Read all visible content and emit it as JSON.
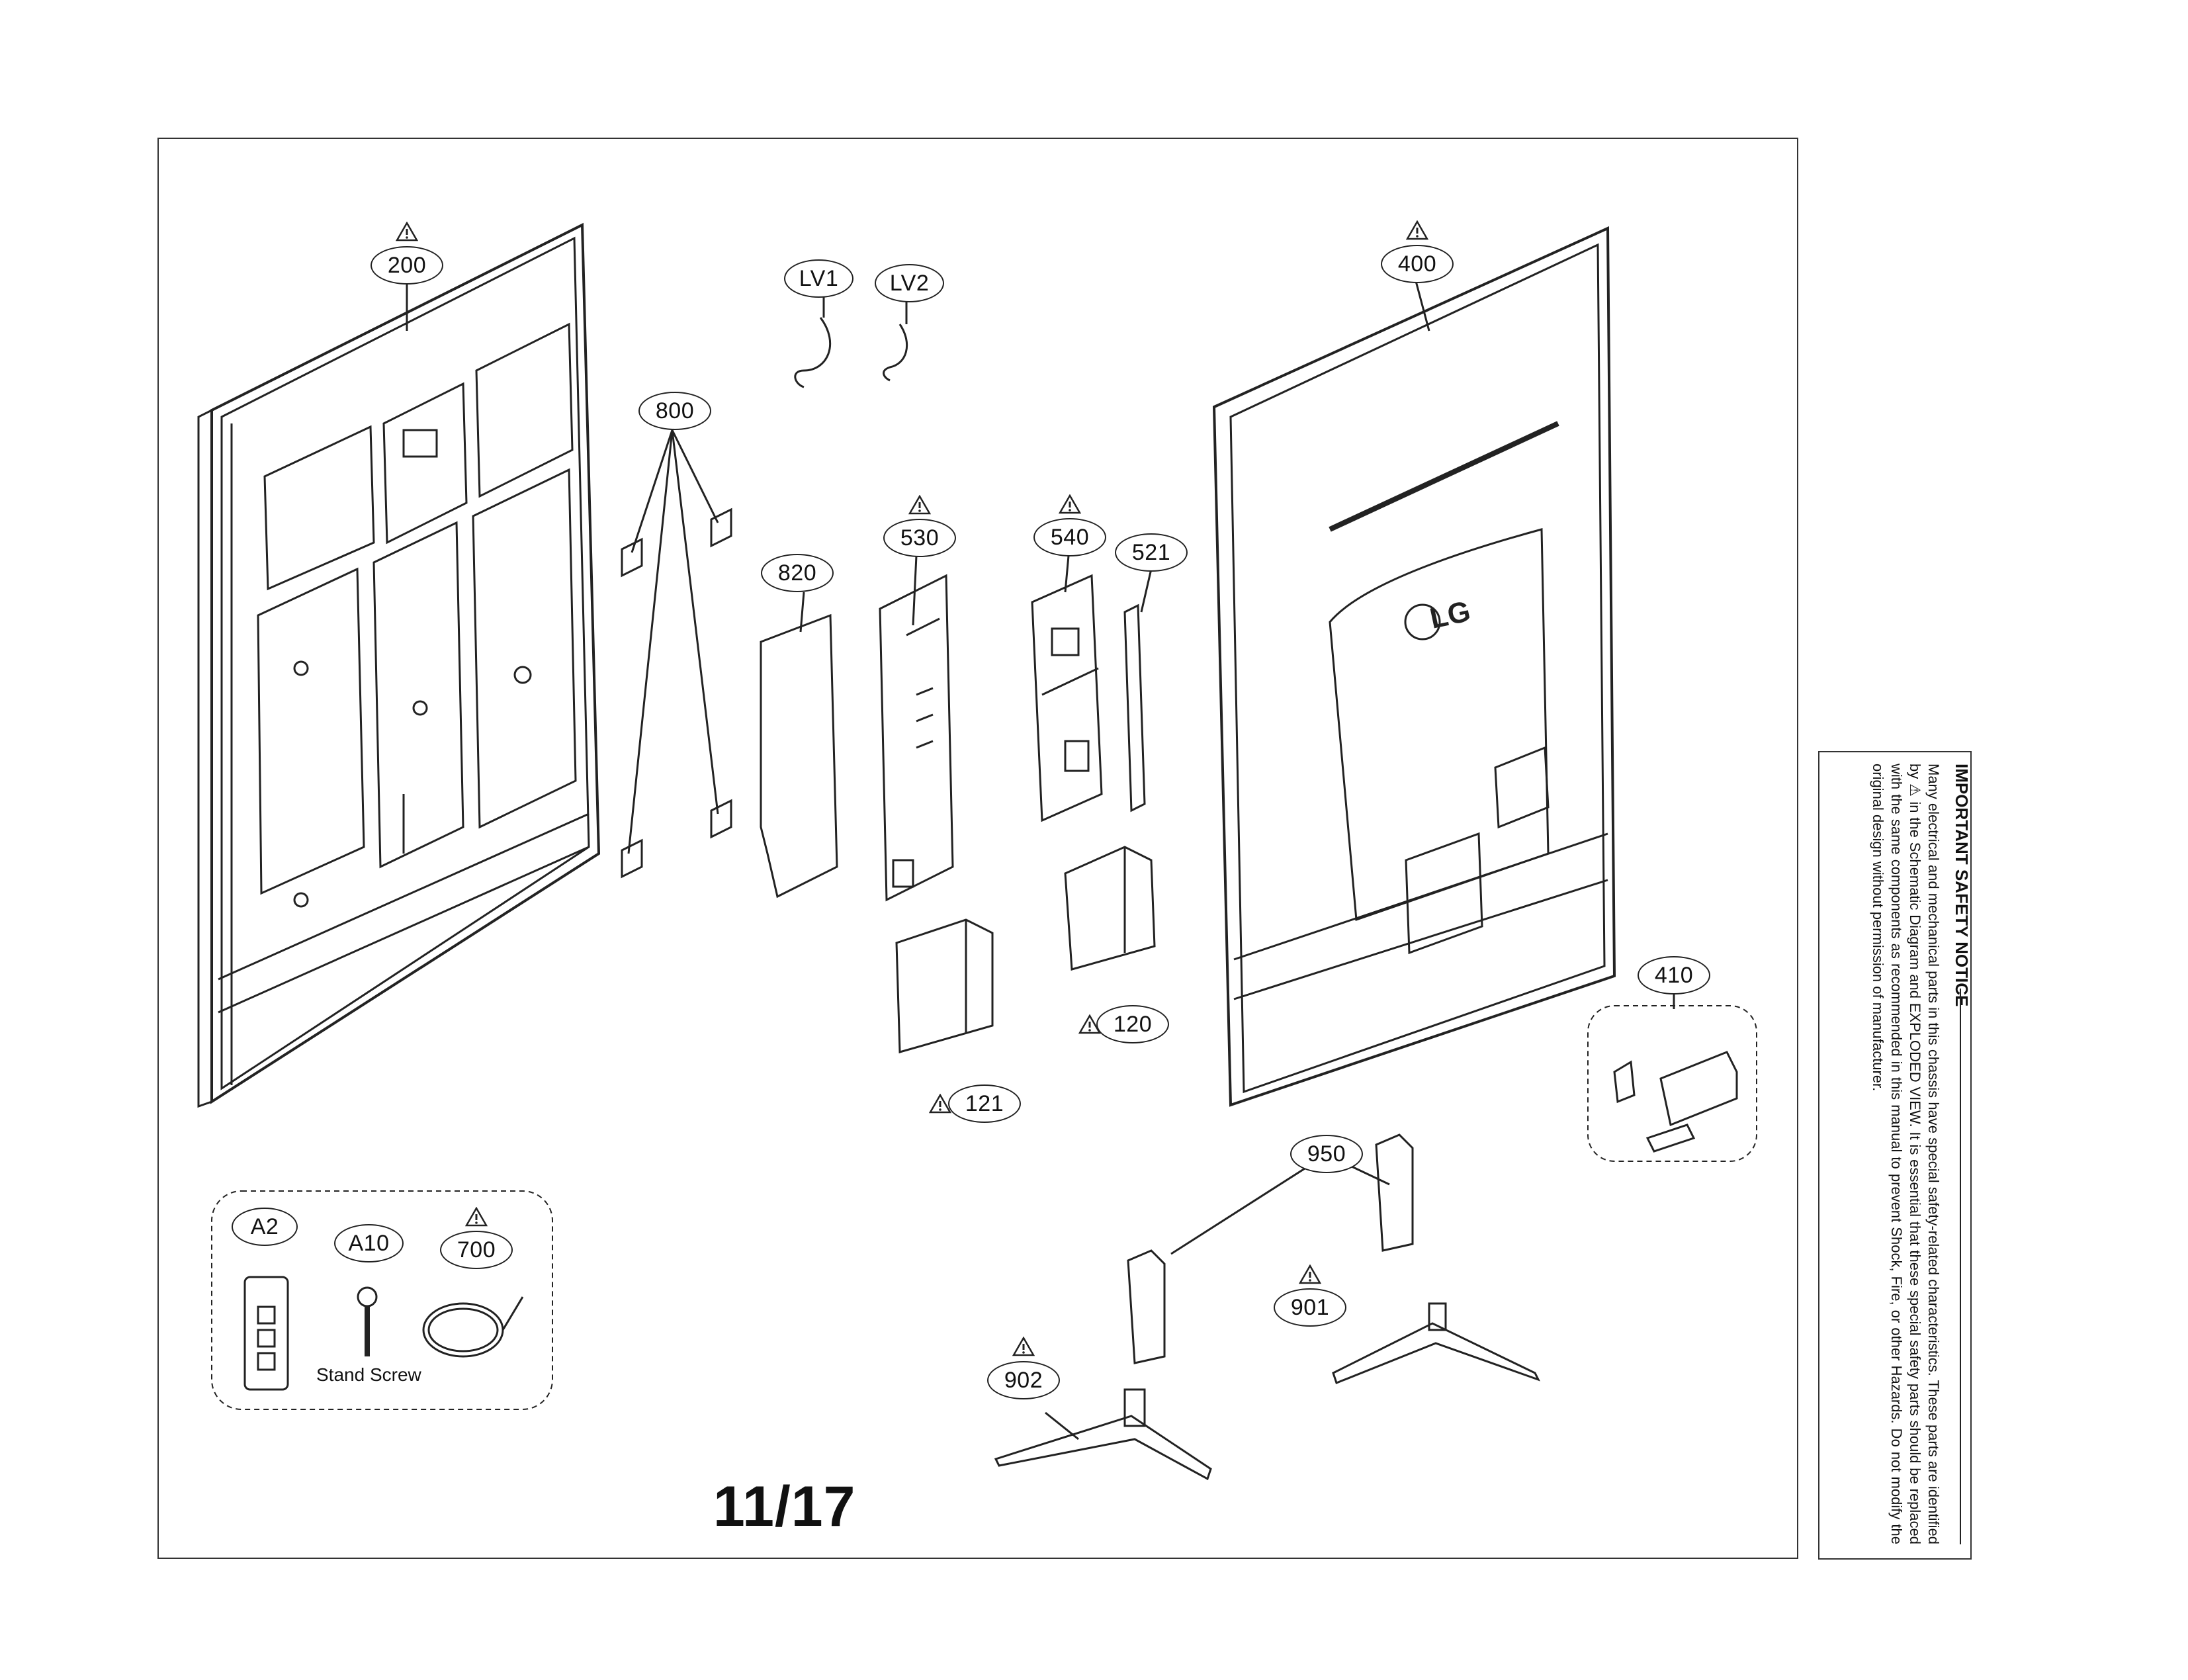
{
  "callouts": {
    "c200": "200",
    "lv1": "LV1",
    "lv2": "LV2",
    "c400": "400",
    "c800": "800",
    "c820": "820",
    "c530": "530",
    "c540": "540",
    "c521": "521",
    "c120": "120",
    "c121": "121",
    "c410": "410",
    "c950": "950",
    "c901": "901",
    "c902": "902",
    "a2": "A2",
    "a10": "A10",
    "c700": "700"
  },
  "labels": {
    "stand_screw": "Stand Screw",
    "logo": "LG"
  },
  "page_number": "11/17",
  "notice": {
    "title": "IMPORTANT SAFETY NOTICE",
    "body": "Many electrical and mechanical parts in this chassis have special safety-related characteristics. These parts are identified by ⚠ in the Schematic Diagram and EXPLODED VIEW. It is essential that these special safety parts should be replaced with the same components as recommended in this manual to prevent Shock, Fire, or other Hazards. Do not modify the original design without permission of manufacturer."
  },
  "colors": {
    "line": "#222222",
    "background": "#ffffff"
  }
}
